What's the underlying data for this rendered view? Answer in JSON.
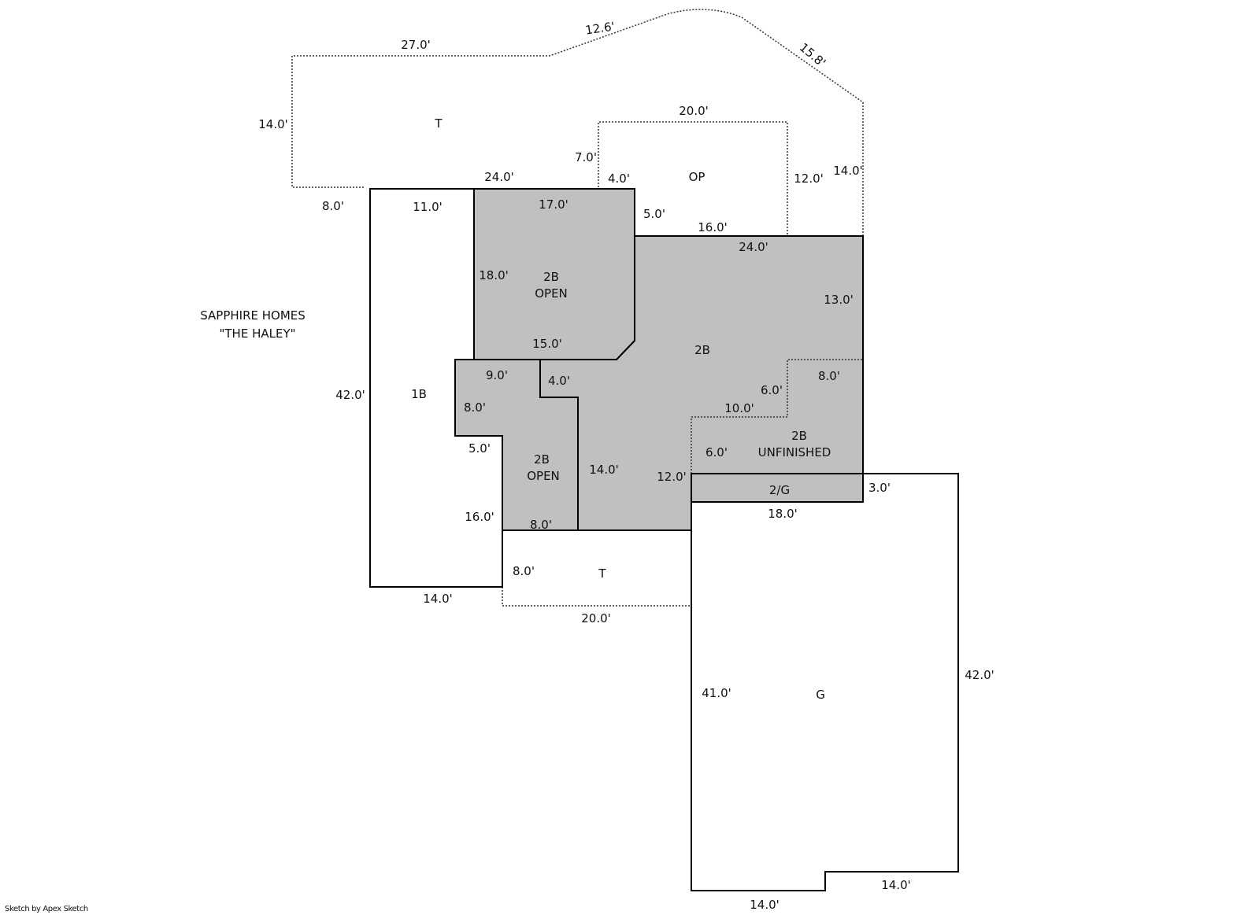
{
  "title": {
    "builder": "SAPPHIRE HOMES",
    "model": "\"THE HALEY\""
  },
  "credit": "Sketch by Apex Sketch",
  "areas": {
    "terrace_top": "T",
    "open_porch": "OP",
    "first_bedroom": "1B",
    "second_bath_main": "2B",
    "second_bath_open_top": [
      "2B",
      "OPEN"
    ],
    "second_bath_open_left": [
      "2B",
      "OPEN"
    ],
    "second_bath_unfinished": [
      "2B",
      "UNFINISHED"
    ],
    "garage_second": "2/G",
    "terrace_bottom": "T",
    "garage": "G"
  },
  "dimensions": {
    "t_top": "27.0'",
    "t_slope1": "12.6'",
    "t_slope2": "15.8'",
    "t_left": "14.0'",
    "t_bottom_left": "8.0'",
    "t_right": "14.0'",
    "op_top": "20.0'",
    "op_left": "7.0'",
    "op_right": "12.0'",
    "op_bottom_left": "4.0'",
    "top_24": "24.0'",
    "b1_top": "11.0'",
    "b1_left": "42.0'",
    "b1_bottom": "14.0'",
    "b1_step": "5.0'",
    "b1_inner": "16.0'",
    "open_top": "17.0'",
    "open_left": "18.0'",
    "open_bottom": "15.0'",
    "open_step": "5.0'",
    "main_top_left": "16.0'",
    "main_top": "24.0'",
    "main_right": "13.0'",
    "open2_top": "9.0'",
    "open2_left": "8.0'",
    "open2_step": "4.0'",
    "open2_bottom": "8.0'",
    "main_inner": "14.0'",
    "main_inner2": "12.0'",
    "unf_top": "8.0'",
    "unf_step": "6.0'",
    "unf_mid": "10.0'",
    "unf_left": "6.0'",
    "g2_right": "3.0'",
    "g2_bottom": "18.0'",
    "t2_left": "8.0'",
    "t2_bottom": "20.0'",
    "g_left": "41.0'",
    "g_right": "42.0'",
    "g_bottom_right": "14.0'",
    "g_bottom_left": "14.0'"
  },
  "colors": {
    "fill": "#c0c0c0",
    "line": "#000000"
  }
}
